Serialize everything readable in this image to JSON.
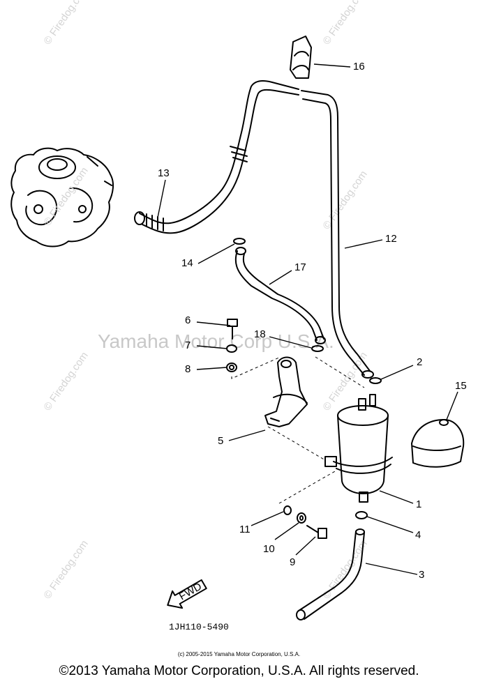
{
  "watermarks": {
    "site": "© Firedog.com",
    "main": "Yamaha Motor Corp U.S.A."
  },
  "callouts": [
    "1",
    "2",
    "3",
    "4",
    "5",
    "6",
    "7",
    "8",
    "9",
    "10",
    "11",
    "12",
    "13",
    "14",
    "15",
    "16",
    "17",
    "18"
  ],
  "arrow_label": "FWD",
  "diagram_code": "1JH110-5490",
  "small_copyright": "(c) 2005-2015 Yamaha Motor Corporation, U.S.A.",
  "copyright": "©2013 Yamaha Motor Corporation, U.S.A. All rights reserved."
}
